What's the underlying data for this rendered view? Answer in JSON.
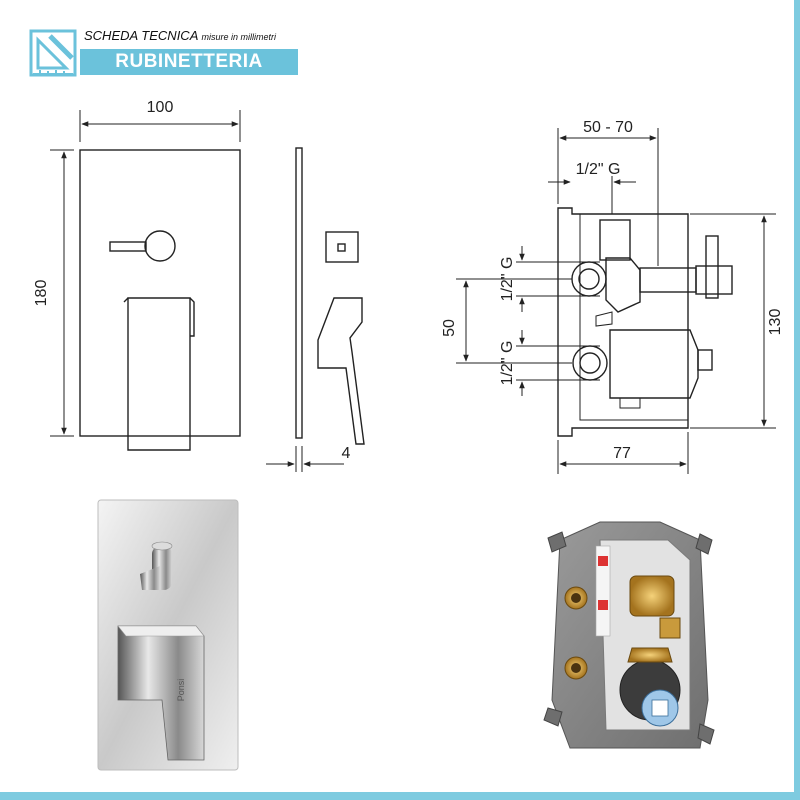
{
  "header": {
    "title": "SCHEDA TECNICA",
    "subtitle": "misure in millimetri",
    "category": "RUBINETTERIA"
  },
  "front_view": {
    "width_label": "100",
    "height_label": "180"
  },
  "side_view": {
    "depth_label": "4"
  },
  "valve_view": {
    "top_range_label": "50 - 70",
    "thread_top_label": "1/2\" G",
    "thread_upper_label": "1/2\" G",
    "thread_lower_label": "1/2\" G",
    "spacing_label": "50",
    "height_label": "130",
    "depth_label": "77"
  },
  "photos": {
    "brand": "Ponsi"
  },
  "colors": {
    "accent": "#6bc2db",
    "line": "#222222"
  }
}
